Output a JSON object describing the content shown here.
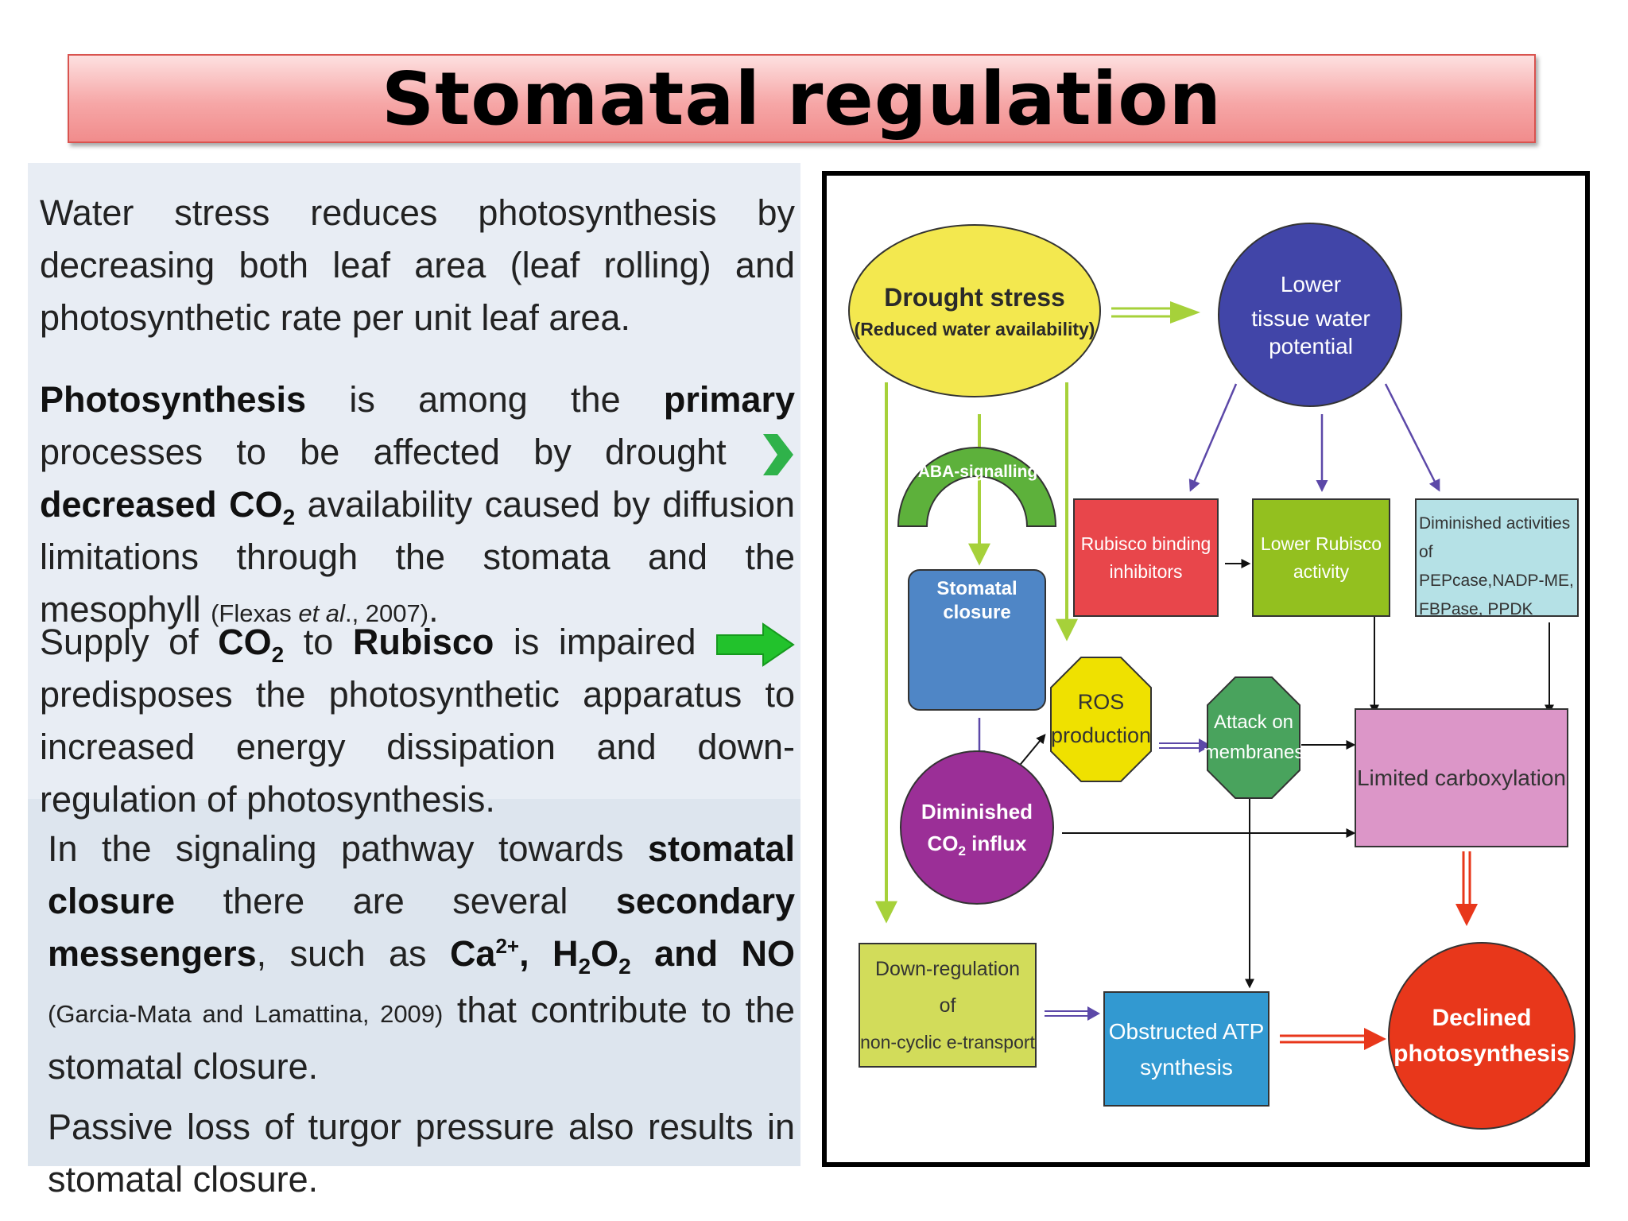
{
  "slide": {
    "title": "Stomatal regulation"
  },
  "text_panel": {
    "p1": "Water stress reduces photosynthesis by decreasing both leaf area (leaf rolling) and photosynthetic rate per unit leaf area.",
    "p2": {
      "b1": "Photosynthesis",
      "t1": " is among the ",
      "b2": "primary",
      "t2": " processes to be affected by drought ",
      "b3": "decreased CO",
      "sub3": "2",
      "t3": " availability caused by diffusion limitations through the stomata and the mesophyll ",
      "cite_a": "(Flexas ",
      "cite_i": "et al",
      "cite_b": "., 2007)",
      "end": "."
    },
    "p3": {
      "t0": "Supply of ",
      "b1": "CO",
      "sub1": "2",
      "t1": " to ",
      "b2": "Rubisco",
      "t2": " is impaired ",
      "t3": " predisposes the photosynthetic apparatus to increased energy dissipation and down-regulation of photosynthesis."
    },
    "p4": {
      "t0": "In the signaling pathway towards ",
      "b1": "stomatal closure",
      "t1": " there are several ",
      "b2": "secondary messengers",
      "t2": ", such as ",
      "b3": "Ca",
      "sup3": "2+",
      "b3b": ", H",
      "sub3a": "2",
      "b3c": "O",
      "sub3b": "2",
      "b3d": " and NO",
      "cite": " (Garcia-Mata and Lamattina, 2009)",
      "t3": " that contribute to the stomatal closure."
    },
    "p5": "Passive loss of turgor pressure also results in stomatal closure."
  },
  "diagram": {
    "drought_title": "Drought stress",
    "drought_sub": "(Reduced water availability)",
    "lower_twp_1": "Lower",
    "lower_twp_2": "tissue water potential",
    "aba": "ABA-signalling",
    "rubisco_binding_1": "Rubisco binding",
    "rubisco_binding_2": "inhibitors",
    "lower_rubisco_1": "Lower Rubisco",
    "lower_rubisco_2": "activity",
    "diminished_act_1": "Diminished activities of",
    "diminished_act_2": "PEPcase,NADP-ME,",
    "diminished_act_3": "FBPase, PPDK",
    "stomatal_closure": "Stomatal closure",
    "ros_1": "ROS",
    "ros_2": "production",
    "attack_1": "Attack on",
    "attack_2": "membranes",
    "limited_carbox": "Limited carboxylation",
    "dim_co2_1": "Diminished",
    "dim_co2_2a": "CO",
    "dim_co2_2sub": "2",
    "dim_co2_2b": " influx",
    "downreg_1": "Down-regulation",
    "downreg_2": "of",
    "downreg_3": "non-cyclic e-transport",
    "atp_1": "Obstructed ATP",
    "atp_2": "synthesis",
    "declined_1": "Declined",
    "declined_2": "photosynthesis",
    "colors": {
      "drought": "#f3e84f",
      "lower_twp": "#4145a8",
      "aba": "#5db13b",
      "rubisco_binding": "#e8464b",
      "lower_rubisco": "#93c01f",
      "diminished_act": "#b5e1e6",
      "stomatal_closure": "#4f86c6",
      "ros": "#efe100",
      "attack": "#49a35d",
      "limited_carbox": "#dc96c8",
      "dim_co2": "#9b2f97",
      "downreg": "#d2dc5a",
      "atp": "#3299d1",
      "declined": "#e8371b",
      "green_arrow": "#a6d13a",
      "purple_arrow": "#5c48a8",
      "red_arrow": "#e8371b"
    }
  }
}
